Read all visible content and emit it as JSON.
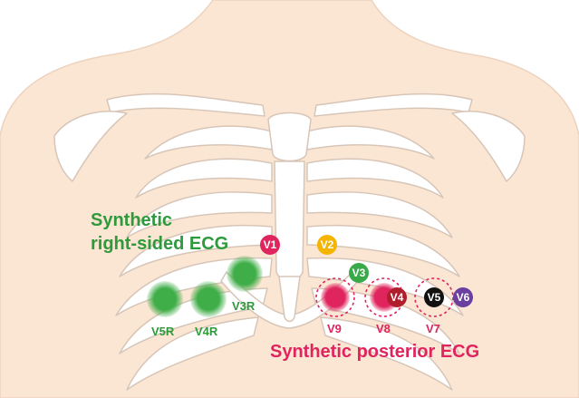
{
  "titles": {
    "right_sided_line1": "Synthetic",
    "right_sided_line2": "right-sided ECG",
    "posterior": "Synthetic posterior ECG"
  },
  "leads": {
    "v1": "V1",
    "v2": "V2",
    "v3": "V3",
    "v4": "V4",
    "v5": "V5",
    "v6": "V6",
    "v3r": "V3R",
    "v4r": "V4R",
    "v5r": "V5R",
    "v7": "V7",
    "v8": "V8",
    "v9": "V9"
  },
  "colors": {
    "skin": "#fbe5d3",
    "bone": "#ffffff",
    "bone_outline": "#d7c6b8",
    "green": "#2e9a3c",
    "pink": "#e0245e",
    "v1": "#e0245e",
    "v2": "#f4b400",
    "v3": "#3aa94a",
    "v4": "#b01e2e",
    "v5": "#111111",
    "v6": "#6b3fa0"
  }
}
